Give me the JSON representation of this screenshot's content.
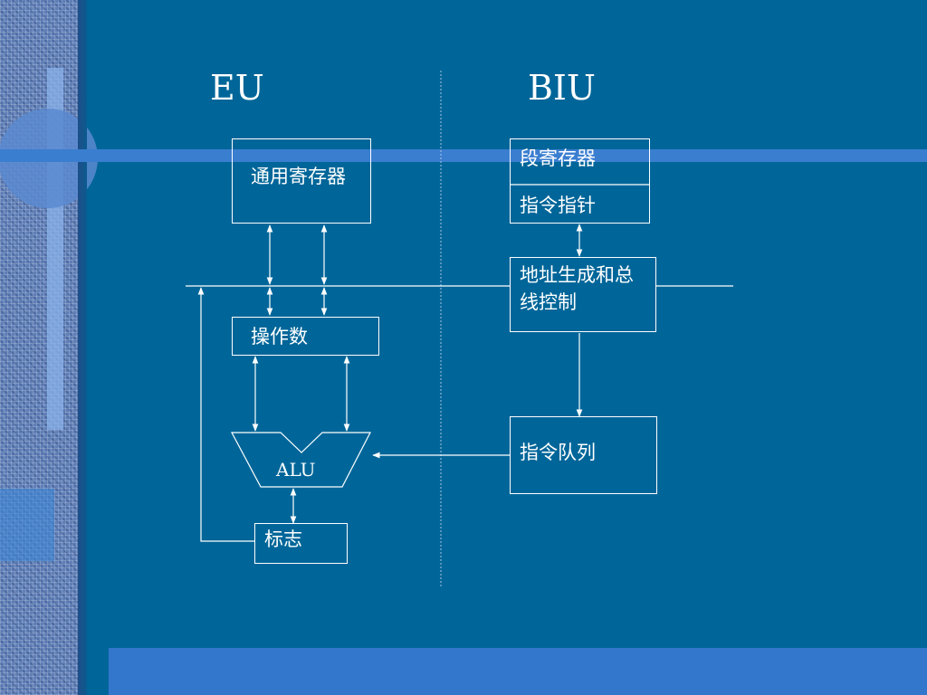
{
  "titles": {
    "eu": "EU",
    "biu": "BIU"
  },
  "eu": {
    "general_registers": "通用寄存器",
    "operands": "操作数",
    "alu": "ALU",
    "flags": "标志"
  },
  "biu": {
    "segment_registers": "段寄存器",
    "instruction_pointer": "指令指针",
    "address_bus_control": "地址生成和总线控制",
    "instruction_queue": "指令队列"
  },
  "colors": {
    "background": "#006699",
    "lines": "#ffffff",
    "accent_bar": "#3377cc"
  }
}
